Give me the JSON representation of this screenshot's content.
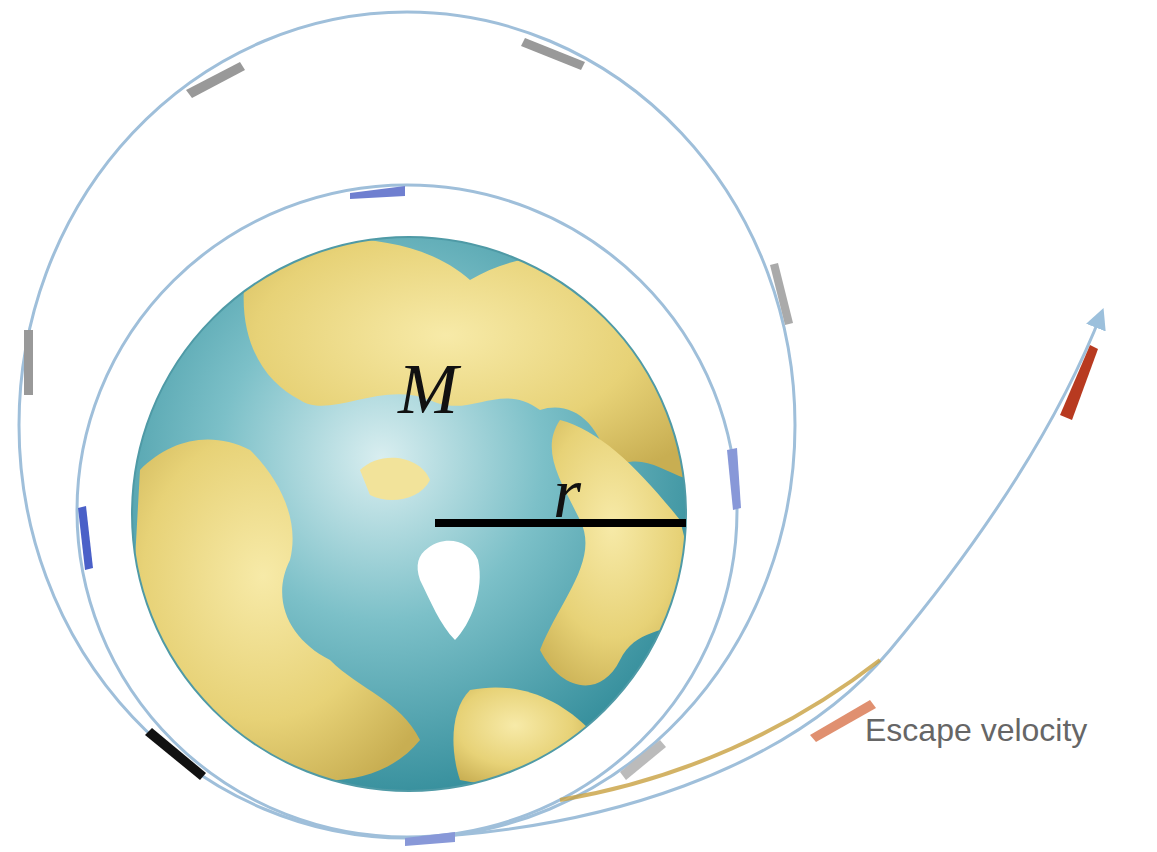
{
  "diagram": {
    "labels": [
      "M",
      "r",
      "Escape velocity"
    ]
  }
}
